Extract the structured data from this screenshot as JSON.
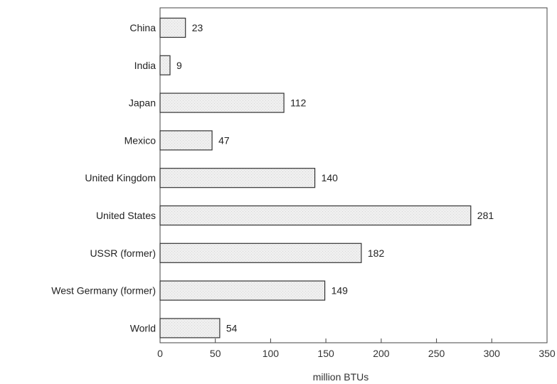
{
  "chart_data": {
    "type": "bar",
    "orientation": "horizontal",
    "categories": [
      "China",
      "India",
      "Japan",
      "Mexico",
      "United Kingdom",
      "United States",
      "USSR (former)",
      "West Germany (former)",
      "World"
    ],
    "values": [
      23,
      9,
      112,
      47,
      140,
      281,
      182,
      149,
      54
    ],
    "xlabel": "million BTUs",
    "xlim": [
      0,
      350
    ],
    "xticks": [
      0,
      50,
      100,
      150,
      200,
      250,
      300,
      350
    ],
    "grid": false,
    "bar_fill": "#eeeeee",
    "bar_stroke": "#333333"
  }
}
